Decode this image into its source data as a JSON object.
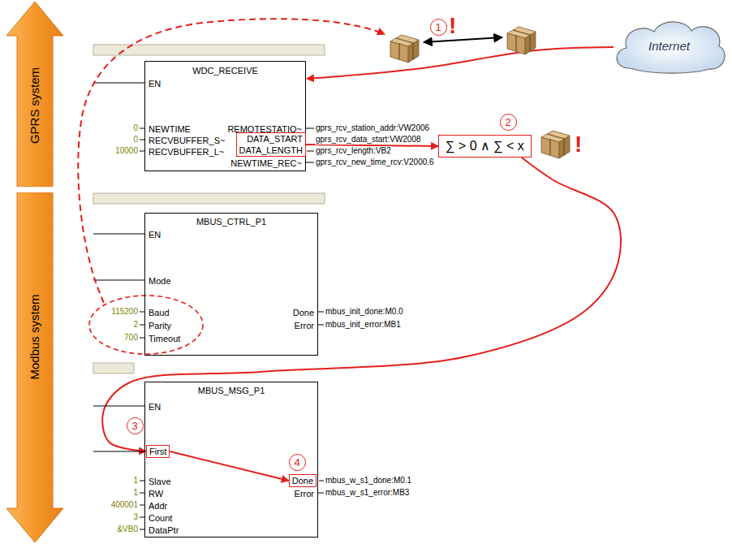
{
  "diagram": {
    "nodes": [
      {
        "text": [
          "GPRS system"
        ]
      },
      {
        "text": [
          "WDC_RECEIVE",
          "EN",
          "NEWTIME",
          "RECVBUFFER_S~",
          "RECVBUFFER_L~",
          "REMOTESTATIO~",
          "NEWTIME_REC~"
        ]
      },
      {
        "text": [
          "DATA_START",
          "DATA_LENGTH"
        ],
        "in": 1
      },
      {
        "text": [
          "Internet"
        ]
      },
      {
        "text": [
          "∑ > 0 ∧ ∑ < x"
        ]
      },
      {
        "text": [
          "Modbus system"
        ]
      },
      {
        "text": [
          "MBUS_CTRL_P1",
          "EN",
          "Mode",
          "Baud",
          "Parity",
          "Timeout",
          "Done",
          "Error"
        ]
      },
      {
        "text": [
          "MBUS_MSG_P1",
          "EN",
          "Slave",
          "RW",
          "Addr",
          "Count",
          "DataPtr",
          "Error"
        ]
      },
      {
        "text": [
          "First"
        ],
        "in": 7
      },
      {
        "text": [
          "Done"
        ],
        "in": 7
      },
      {
        "text": [
          "1"
        ]
      },
      {
        "text": [
          "2"
        ]
      },
      {
        "text": [
          "3"
        ]
      },
      {
        "text": [
          "4"
        ]
      }
    ],
    "edges": [
      {
        "from": 3,
        "to": 1,
        "arrow": "to"
      },
      {
        "from": 2,
        "to": 4,
        "arrow": "to"
      },
      {
        "from": 4,
        "to": 8,
        "arrow": "to"
      },
      {
        "from": 8,
        "to": 9,
        "arrow": "to"
      }
    ],
    "labels": [
      "0",
      "0",
      "10000",
      "gprs_rcv_station_addr:VW2006",
      "gprs_rcv_data_start:VW2008",
      "gprs_rcv_length:VB2",
      "gprs_rcv_new_time_rcv:V2000.6",
      "115200",
      "2",
      "700",
      "mbus_init_done:M0.0",
      "mbus_init_error:MB1",
      "1",
      "1",
      "400001",
      "3",
      "&VB0",
      "mbus_w_s1_done:M0.1",
      "mbus_w_s1_error:MB3",
      "!",
      "!"
    ]
  }
}
